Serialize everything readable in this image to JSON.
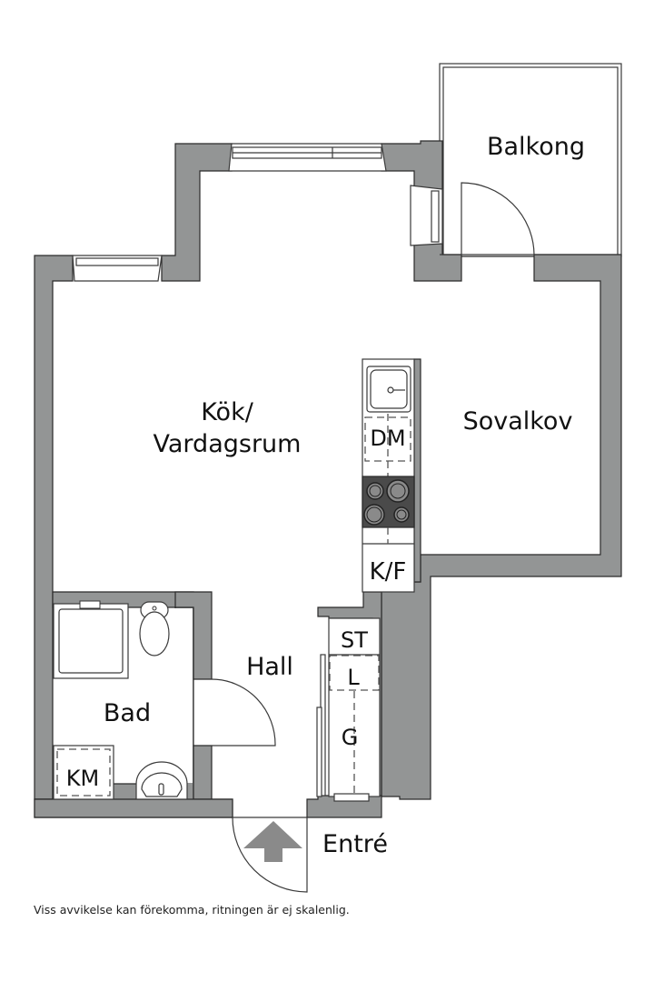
{
  "plan": {
    "colors": {
      "wall": "#939595",
      "outline": "#2a2a2a",
      "stove": "#4a4a4a",
      "entry_arrow": "#8a8a8a"
    },
    "rooms": {
      "balkong": "Balkong",
      "kok_line1": "Kök/",
      "kok_line2": "Vardagsrum",
      "sovalkov": "Sovalkov",
      "hall": "Hall",
      "bad": "Bad",
      "entre": "Entré"
    },
    "fixtures": {
      "dm": "DM",
      "kf": "K/F",
      "st": "ST",
      "l": "L",
      "g": "G",
      "km": "KM"
    }
  },
  "footer": {
    "disclaimer": "Viss avvikelse kan förekomma, ritningen är ej skalenlig."
  }
}
